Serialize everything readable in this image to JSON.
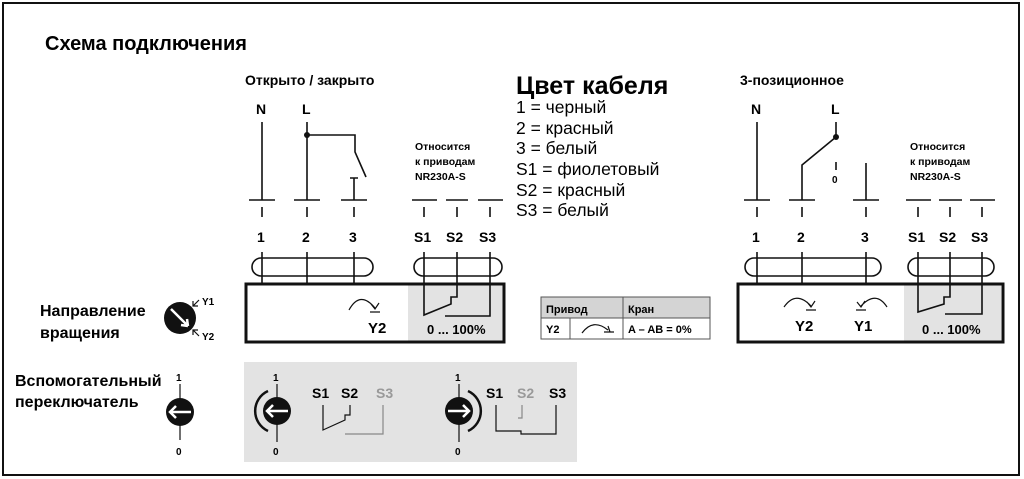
{
  "title": "Схема подключения",
  "open_close": {
    "title": "Открыто / закрыто",
    "inputs": [
      "N",
      "L"
    ],
    "terminals": [
      "1",
      "2",
      "3"
    ],
    "aux_note": [
      "Относится",
      "к приводам",
      "NR230A-S"
    ],
    "aux_terminals": [
      "S1",
      "S2",
      "S3"
    ],
    "direction": "Y2",
    "range": "0 ... 100%"
  },
  "cable_color": {
    "title": "Цвет кабеля",
    "items": [
      "1 = черный",
      "2 = красный",
      "3 = белый",
      "S1 = фиолетовый",
      "S2 = красный",
      "S3 = белый"
    ]
  },
  "three_pos": {
    "title": "3-позиционное",
    "inputs": [
      "N",
      "L"
    ],
    "zero": "0",
    "terminals": [
      "1",
      "2",
      "3"
    ],
    "aux_note": [
      "Относится",
      "к приводам",
      "NR230A-S"
    ],
    "aux_terminals": [
      "S1",
      "S2",
      "S3"
    ],
    "directions": [
      "Y2",
      "Y1"
    ],
    "range": "0 ... 100%"
  },
  "table": {
    "headers": [
      "Привод",
      "Кран"
    ],
    "row": {
      "signal": "Y2",
      "value": "A – AB = 0%"
    }
  },
  "rotation": {
    "label": [
      "Направление",
      "вращения"
    ],
    "y1": "Y1",
    "y2": "Y2"
  },
  "aux_switch": {
    "label": [
      "Вспомогательный",
      "переключатель"
    ],
    "one": "1",
    "zero": "0",
    "terminals": [
      "S1",
      "S2",
      "S3"
    ]
  },
  "colors": {
    "panel": "#e3e3e3",
    "line": "#111111",
    "dim": "#888888"
  }
}
